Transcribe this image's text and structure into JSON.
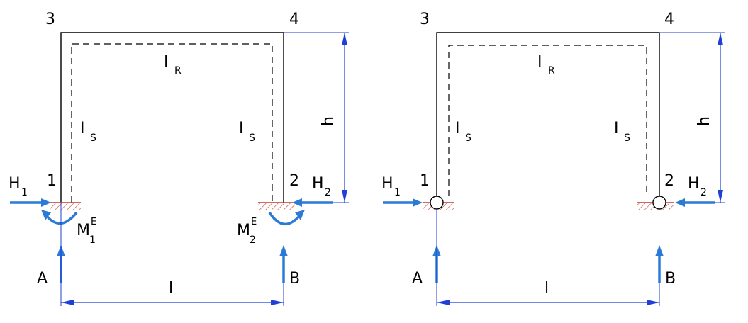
{
  "left_frame": {
    "node_3": "3",
    "node_4": "4",
    "node_1": "1",
    "node_2": "2",
    "beam_inertia": {
      "base": "I",
      "sub": "R"
    },
    "left_column_inertia": {
      "base": "I",
      "sub": "S"
    },
    "right_column_inertia": {
      "base": "I",
      "sub": "S"
    },
    "height_label": "h",
    "span_label": "l",
    "force_h1": {
      "base": "H",
      "sub": "1"
    },
    "force_h2": {
      "base": "H",
      "sub": "2"
    },
    "moment_m1": {
      "base": "M",
      "sub": "1",
      "sup": "E"
    },
    "moment_m2": {
      "base": "M",
      "sub": "2",
      "sup": "E"
    },
    "reaction_a": "A",
    "reaction_b": "B",
    "supports": "fixed"
  },
  "right_frame": {
    "node_3": "3",
    "node_4": "4",
    "node_1": "1",
    "node_2": "2",
    "beam_inertia": {
      "base": "I",
      "sub": "R"
    },
    "left_column_inertia": {
      "base": "I",
      "sub": "S"
    },
    "right_column_inertia": {
      "base": "I",
      "sub": "S"
    },
    "height_label": "h",
    "span_label": "l",
    "force_h1": {
      "base": "H",
      "sub": "1"
    },
    "force_h2": {
      "base": "H",
      "sub": "2"
    },
    "reaction_a": "A",
    "reaction_b": "B",
    "supports": "pinned"
  },
  "colors": {
    "structure": "#000000",
    "dimension": "#1f3fd6",
    "force": "#2a7ad6",
    "hatch": "#c0392b"
  }
}
